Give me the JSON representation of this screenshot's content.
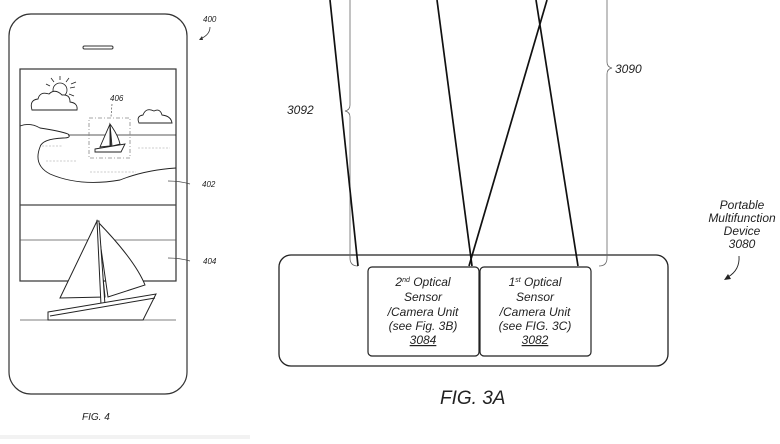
{
  "figure_left": {
    "caption": "FIG. 4",
    "device_ref": "400",
    "top_view_ref": "402",
    "bottom_view_ref": "404",
    "zoom_region_ref": "406"
  },
  "figure_right": {
    "caption": "FIG. 3A",
    "device_label_lines": [
      "Portable",
      "Multifunction",
      "Device",
      "3080"
    ],
    "bracket_left_ref": "3092",
    "bracket_right_ref": "3090",
    "sensor_second": {
      "ordinal": "2",
      "ordinal_suffix": "nd",
      "title": " Optical",
      "line2": "Sensor",
      "line3": "/Camera Unit",
      "line4": "(see Fig. 3B)",
      "ref": "3084"
    },
    "sensor_first": {
      "ordinal": "1",
      "ordinal_suffix": "st",
      "title": " Optical",
      "line2": "Sensor",
      "line3": "/Camera Unit",
      "line4": "(see FIG. 3C)",
      "ref": "3082"
    }
  }
}
